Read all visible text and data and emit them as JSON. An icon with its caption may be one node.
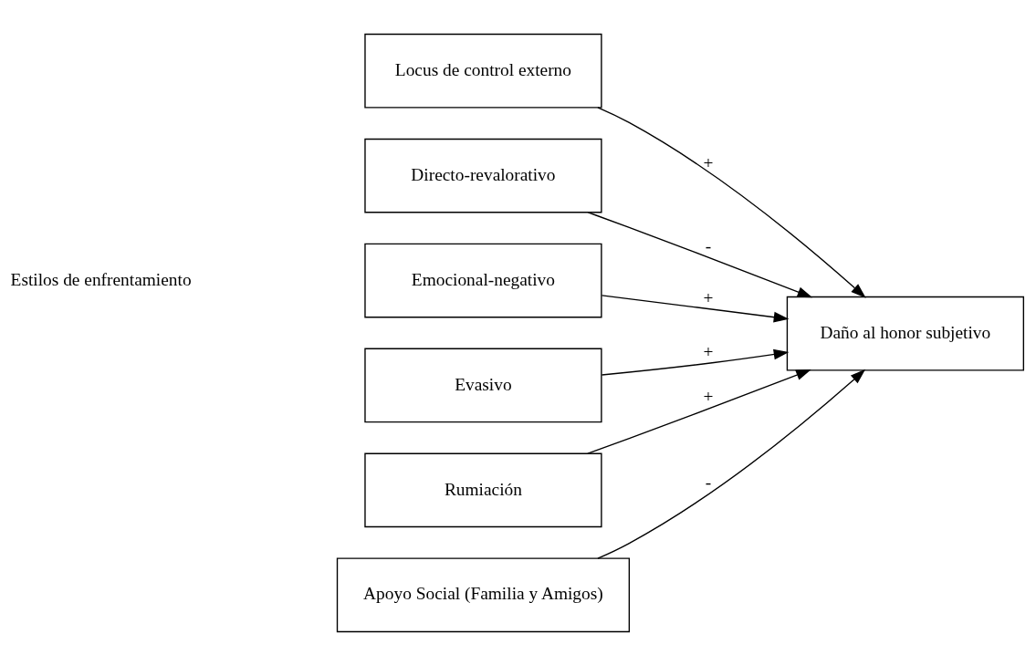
{
  "diagram": {
    "nodes": [
      {
        "text": [
          "Locus de control externo"
        ]
      },
      {
        "text": [
          "Directo-revalorativo"
        ]
      },
      {
        "text": [
          "Emocional-negativo"
        ]
      },
      {
        "text": [
          "Evasivo"
        ]
      },
      {
        "text": [
          "Rumiación"
        ]
      },
      {
        "text": [
          "Apoyo Social (Familia y Amigos)"
        ]
      },
      {
        "text": [
          "Daño al honor subjetivo"
        ]
      }
    ],
    "edges": [
      {
        "from": 0,
        "to": 6,
        "arrow": "to",
        "label": "+"
      },
      {
        "from": 1,
        "to": 6,
        "arrow": "to",
        "label": "-"
      },
      {
        "from": 2,
        "to": 6,
        "arrow": "to",
        "label": "+"
      },
      {
        "from": 3,
        "to": 6,
        "arrow": "to",
        "label": "+"
      },
      {
        "from": 4,
        "to": 6,
        "arrow": "to",
        "label": "+"
      },
      {
        "from": 5,
        "to": 6,
        "arrow": "to",
        "label": "-"
      }
    ],
    "labels": [
      "Estilos de enfrentamiento"
    ]
  }
}
